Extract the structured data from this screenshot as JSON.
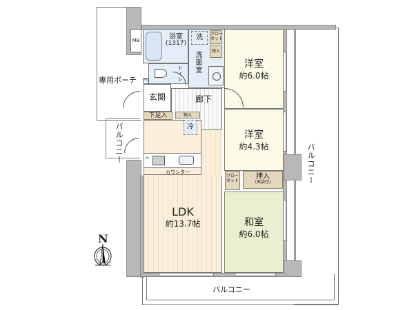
{
  "floorplan": {
    "rooms": {
      "bath": {
        "name": "浴室",
        "size": "(1317)"
      },
      "washer": {
        "name": "洗"
      },
      "washroom": {
        "name": "洗面室"
      },
      "toilet": {
        "name": "トイレ"
      },
      "entrance": {
        "name": "玄関"
      },
      "corridor": {
        "name": "廊下"
      },
      "shoe_storage": {
        "name": "下足入"
      },
      "storage_hall": {
        "name": "物入"
      },
      "fridge": {
        "name": "冷"
      },
      "counter": {
        "name": "カウンター"
      },
      "ldk": {
        "name": "LDK",
        "area": "約13.7帖"
      },
      "western1": {
        "name": "洋室",
        "area": "約6.0帖"
      },
      "western2": {
        "name": "洋室",
        "area": "約4.3帖"
      },
      "japanese": {
        "name": "和室",
        "area": "約6.0帖"
      },
      "closet1": {
        "name": "クロー\nゼット"
      },
      "storage1": {
        "name": "物入"
      },
      "closet2": {
        "name": "クロー\nゼット"
      },
      "oshiire": {
        "name": "押入",
        "note": "(天袋付)"
      },
      "mb": {
        "name": "MB"
      },
      "ps1": {
        "name": "PS"
      },
      "ps2": {
        "name": "PS"
      }
    },
    "outdoor": {
      "porch": "専用ポーチ",
      "balcony_left": "バルコニー",
      "balcony_right": "バルコニー",
      "balcony_bottom": "バルコニー"
    },
    "compass": {
      "label": "N"
    }
  }
}
